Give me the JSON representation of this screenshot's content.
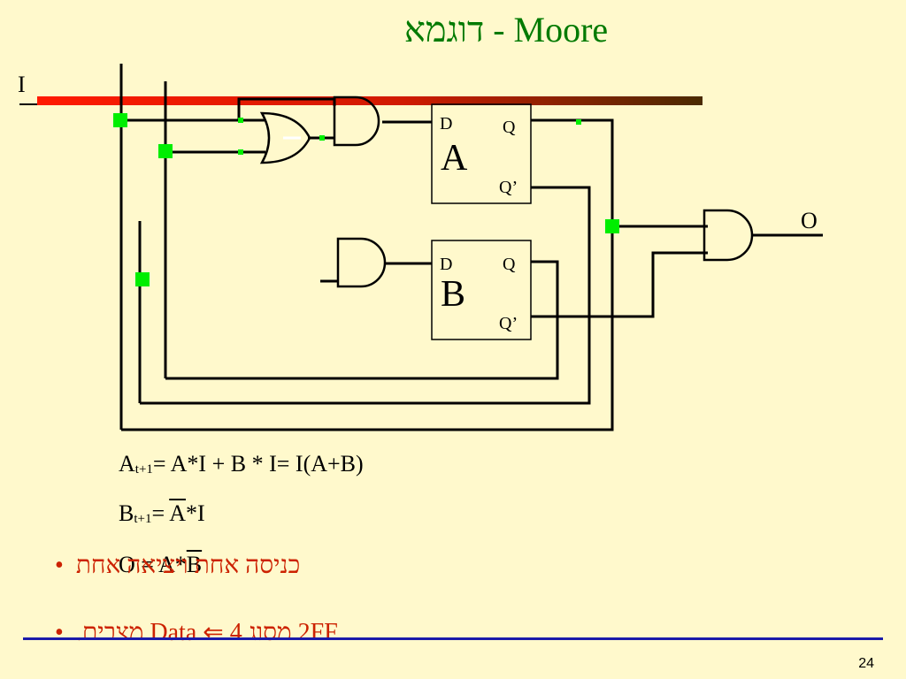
{
  "slide": {
    "title": "דוגמא - Moore",
    "page_number": "24"
  },
  "diagram": {
    "input_label": "I",
    "output_label": "O",
    "flipflops": [
      {
        "name": "A",
        "d": "D",
        "q": "Q",
        "qn": "Q’"
      },
      {
        "name": "B",
        "d": "D",
        "q": "Q",
        "qn": "Q’"
      }
    ]
  },
  "equations": {
    "a_lhs": "A",
    "a_sub": "t+1",
    "a_rhs": "= A*I + B * I= I(A+B)",
    "b_lhs": "B",
    "b_sub": "t+1",
    "b_eq": "= ",
    "b_bar": "A",
    "b_rhs": "*I",
    "o_lhs": "O = A*",
    "o_bar": "B"
  },
  "bullets": [
    "כניסה אחת ויציאה אחת",
    "2FF מסוג Data ⇐ 4 מצבים."
  ],
  "colors": {
    "title": "#007a00",
    "bullet_text": "#cc2200",
    "junction": "#00ee00",
    "bus_start": "#ff1a00",
    "bus_end": "#4a2a00",
    "rule": "#1a1aaa"
  }
}
